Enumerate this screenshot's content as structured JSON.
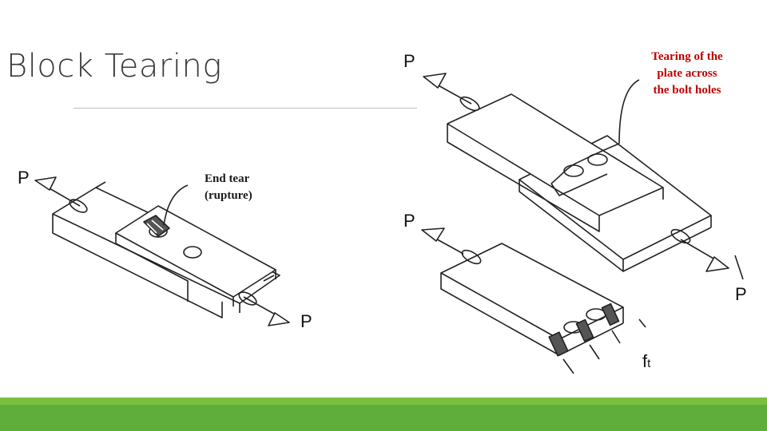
{
  "slide": {
    "title": "Block Tearing"
  },
  "labels": {
    "p_left_top": "P",
    "p_left_bottom": "P",
    "p_right_top": "P",
    "p_right_mid": "P",
    "p_right_right": "P",
    "ft_main": "f",
    "ft_sub": "t"
  },
  "annotations": {
    "end_tear": "End tear (rupture)",
    "tearing_plate": "Tearing of the plate across the bolt holes"
  },
  "colors": {
    "annotation_red": "#c00000",
    "footer_green_light": "#7cbf3e",
    "footer_green_dark": "#5fae3b"
  }
}
